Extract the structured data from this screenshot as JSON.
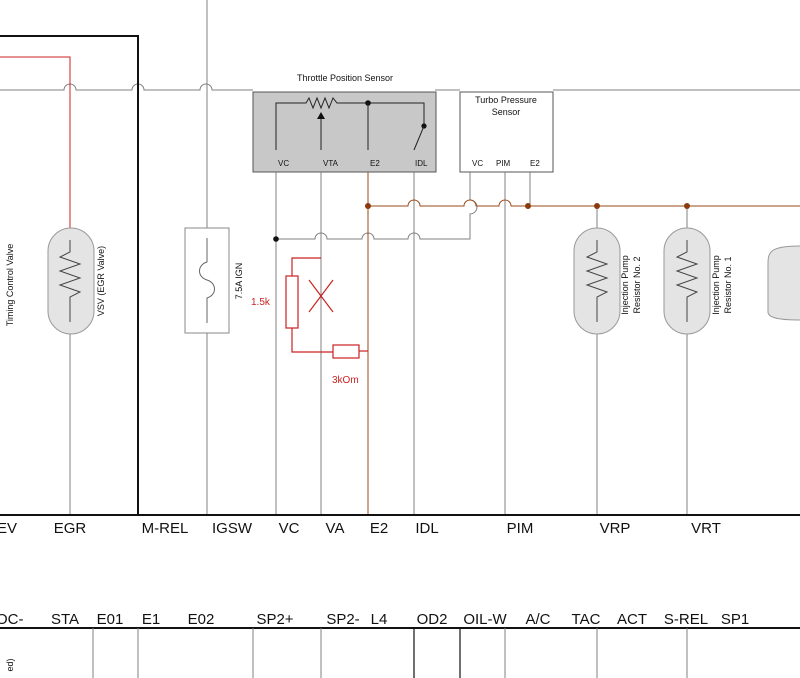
{
  "colors": {
    "wire_gray": "#808080",
    "wire_black": "#111111",
    "wire_red": "#cc2222",
    "wire_brown": "#9a4a1a",
    "dot_brown": "#8b3a0e",
    "sensor_fill": "#c8c8c8",
    "resistor_fill": "#e4e4e4"
  },
  "components": {
    "tps_title": "Throttle Position Sensor",
    "tps_pins": [
      "VC",
      "VTA",
      "E2",
      "IDL"
    ],
    "turbo_title_1": "Turbo Pressure",
    "turbo_title_2": "Sensor",
    "turbo_pins": [
      "VC",
      "PIM",
      "E2"
    ],
    "fuse_label": "7.5A IGN",
    "timing_valve": "Timing Control Valve",
    "vsv_label": "VSV (EGR Valve)",
    "inj_resistor_2": [
      "Injection Pump",
      "Resistor No. 2"
    ],
    "inj_resistor_1": [
      "Injection Pump",
      "Resistor No. 1"
    ]
  },
  "annotations": {
    "r1": "1.5k",
    "r2": "3kOm"
  },
  "ecu_pins_row1": [
    "EV",
    "EGR",
    "M-REL",
    "IGSW",
    "VC",
    "VA",
    "E2",
    "IDL",
    "PIM",
    "VRP",
    "VRT"
  ],
  "ecu_pins_row2": [
    "OC-",
    "STA",
    "E01",
    "E1",
    "E02",
    "SP2+",
    "SP2-",
    "L4",
    "OD2",
    "OIL-W",
    "A/C",
    "TAC",
    "ACT",
    "S-REL",
    "SP1"
  ],
  "corner_text": "ed)"
}
